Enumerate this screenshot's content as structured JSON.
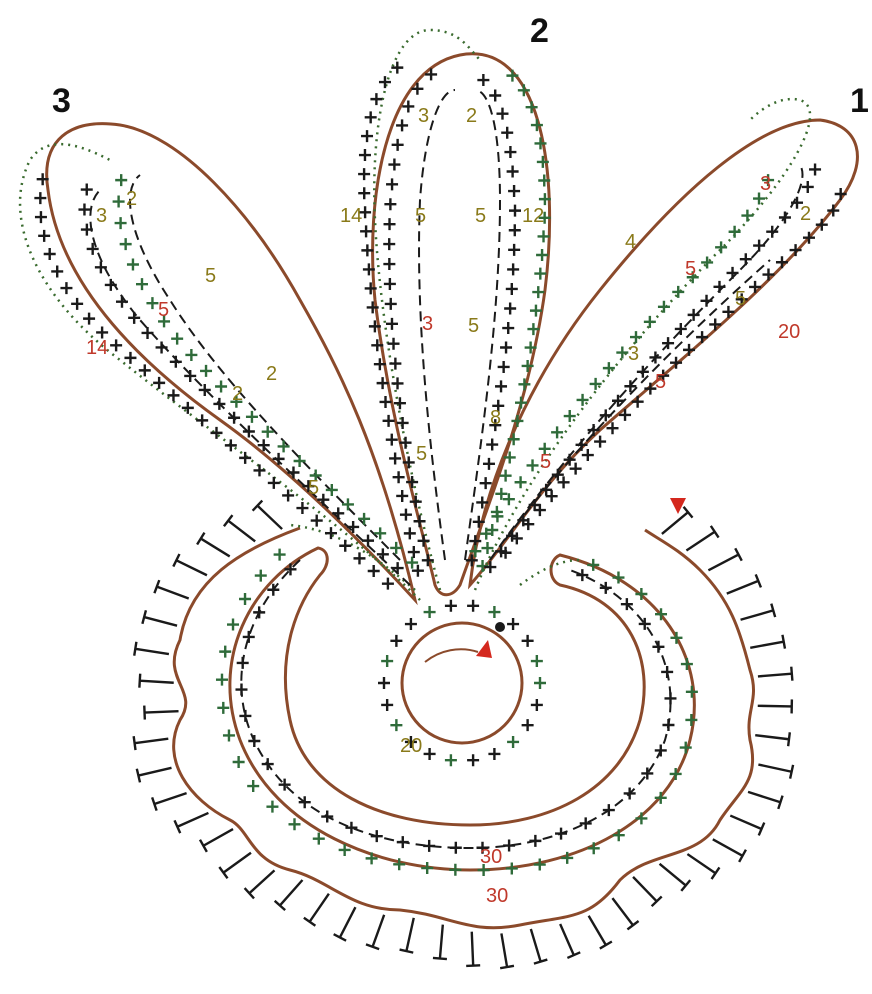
{
  "petal_numbers": [
    "1",
    "2",
    "3"
  ],
  "stitch_counts": {
    "petal_1": [
      "3",
      "2",
      "5",
      "5",
      "20",
      "4",
      "3",
      "5"
    ],
    "petal_2": [
      "3",
      "2",
      "14",
      "5",
      "5",
      "12",
      "3",
      "5",
      "8",
      "5"
    ],
    "petal_3": [
      "3",
      "2",
      "5",
      "5",
      "14",
      "2",
      "2",
      "5"
    ],
    "lower_petal": [
      "5"
    ],
    "center": [
      "20",
      "30",
      "30"
    ]
  },
  "colors": {
    "outline": "#8b4a2b",
    "stitch": "#1a1a1a",
    "stitch_green": "#2f6b3a",
    "chain": "#3a6b2f",
    "count_red": "#c0392b",
    "count_olive": "#8a7a1a",
    "start_marker": "#d4281e",
    "background": "#ffffff"
  },
  "icons": {
    "start_marker": "red-triangle-arrow",
    "double_crochet": "t-stitch-symbol",
    "single_crochet": "cross-stitch-symbol",
    "chain": "dotted-chain"
  }
}
